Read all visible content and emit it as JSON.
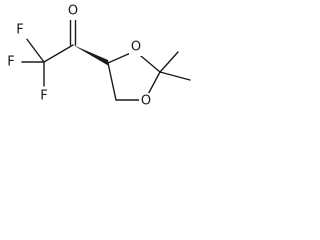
{
  "molecule": {
    "atoms": {
      "carbonyl_oxygen": "O",
      "fluorine_left": "F",
      "fluorine_top": "F",
      "fluorine_bottom": "F",
      "ring_oxygen_top": "O",
      "ring_oxygen_bottom": "O"
    }
  }
}
